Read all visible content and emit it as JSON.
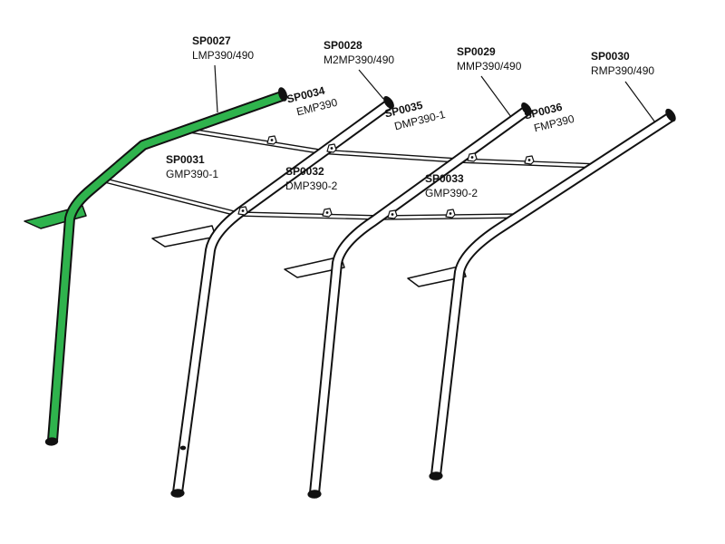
{
  "figure": {
    "kind": "exploded parts diagram of awning frame poles and roof rails",
    "background_color": "#ffffff",
    "line_color": "#111111",
    "highlight_color": "#2fb34d"
  },
  "labels": [
    {
      "part": "SP0027",
      "model": "LMP390/490"
    },
    {
      "part": "SP0028",
      "model": "M2MP390/490"
    },
    {
      "part": "SP0029",
      "model": "MMP390/490"
    },
    {
      "part": "SP0030",
      "model": "RMP390/490"
    },
    {
      "part": "SP0034",
      "model": "EMP390"
    },
    {
      "part": "SP0035",
      "model": "DMP390-1"
    },
    {
      "part": "SP0036",
      "model": "FMP390"
    },
    {
      "part": "SP0031",
      "model": "GMP390-1"
    },
    {
      "part": "SP0032",
      "model": "DMP390-2"
    },
    {
      "part": "SP0033",
      "model": "GMP390-2"
    }
  ]
}
